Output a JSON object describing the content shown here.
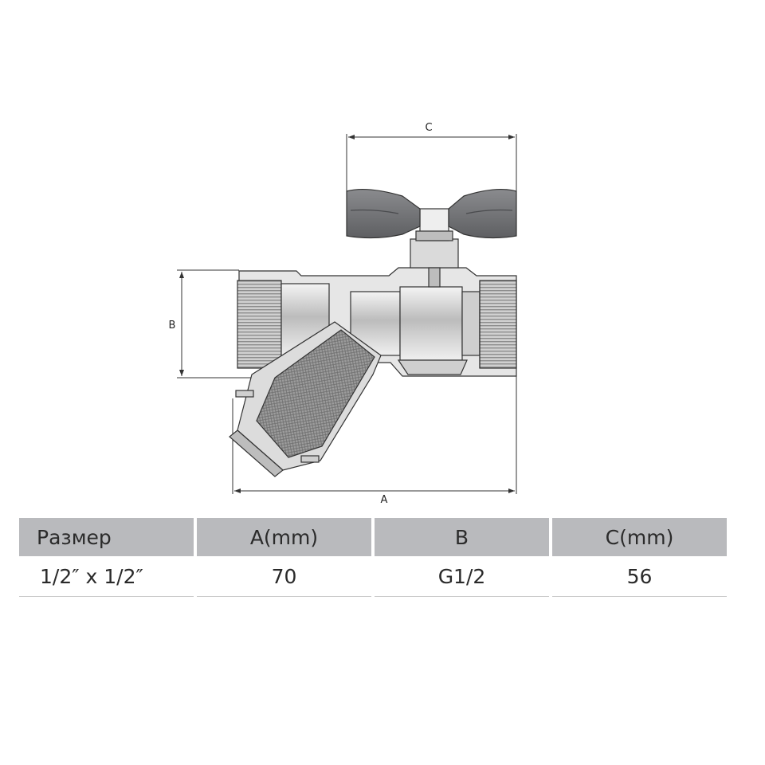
{
  "dimensions": {
    "a_label": "A",
    "b_label": "B",
    "c_label": "C"
  },
  "table": {
    "headers": [
      "Размер",
      "A(mm)",
      "B",
      "C(mm)"
    ],
    "rows": [
      [
        "1/2″ x 1/2″",
        "70",
        "G1/2",
        "56"
      ]
    ]
  },
  "colors": {
    "handle": "#6f7073",
    "body": "#d9d9d9",
    "header_bg": "#b9babd"
  }
}
